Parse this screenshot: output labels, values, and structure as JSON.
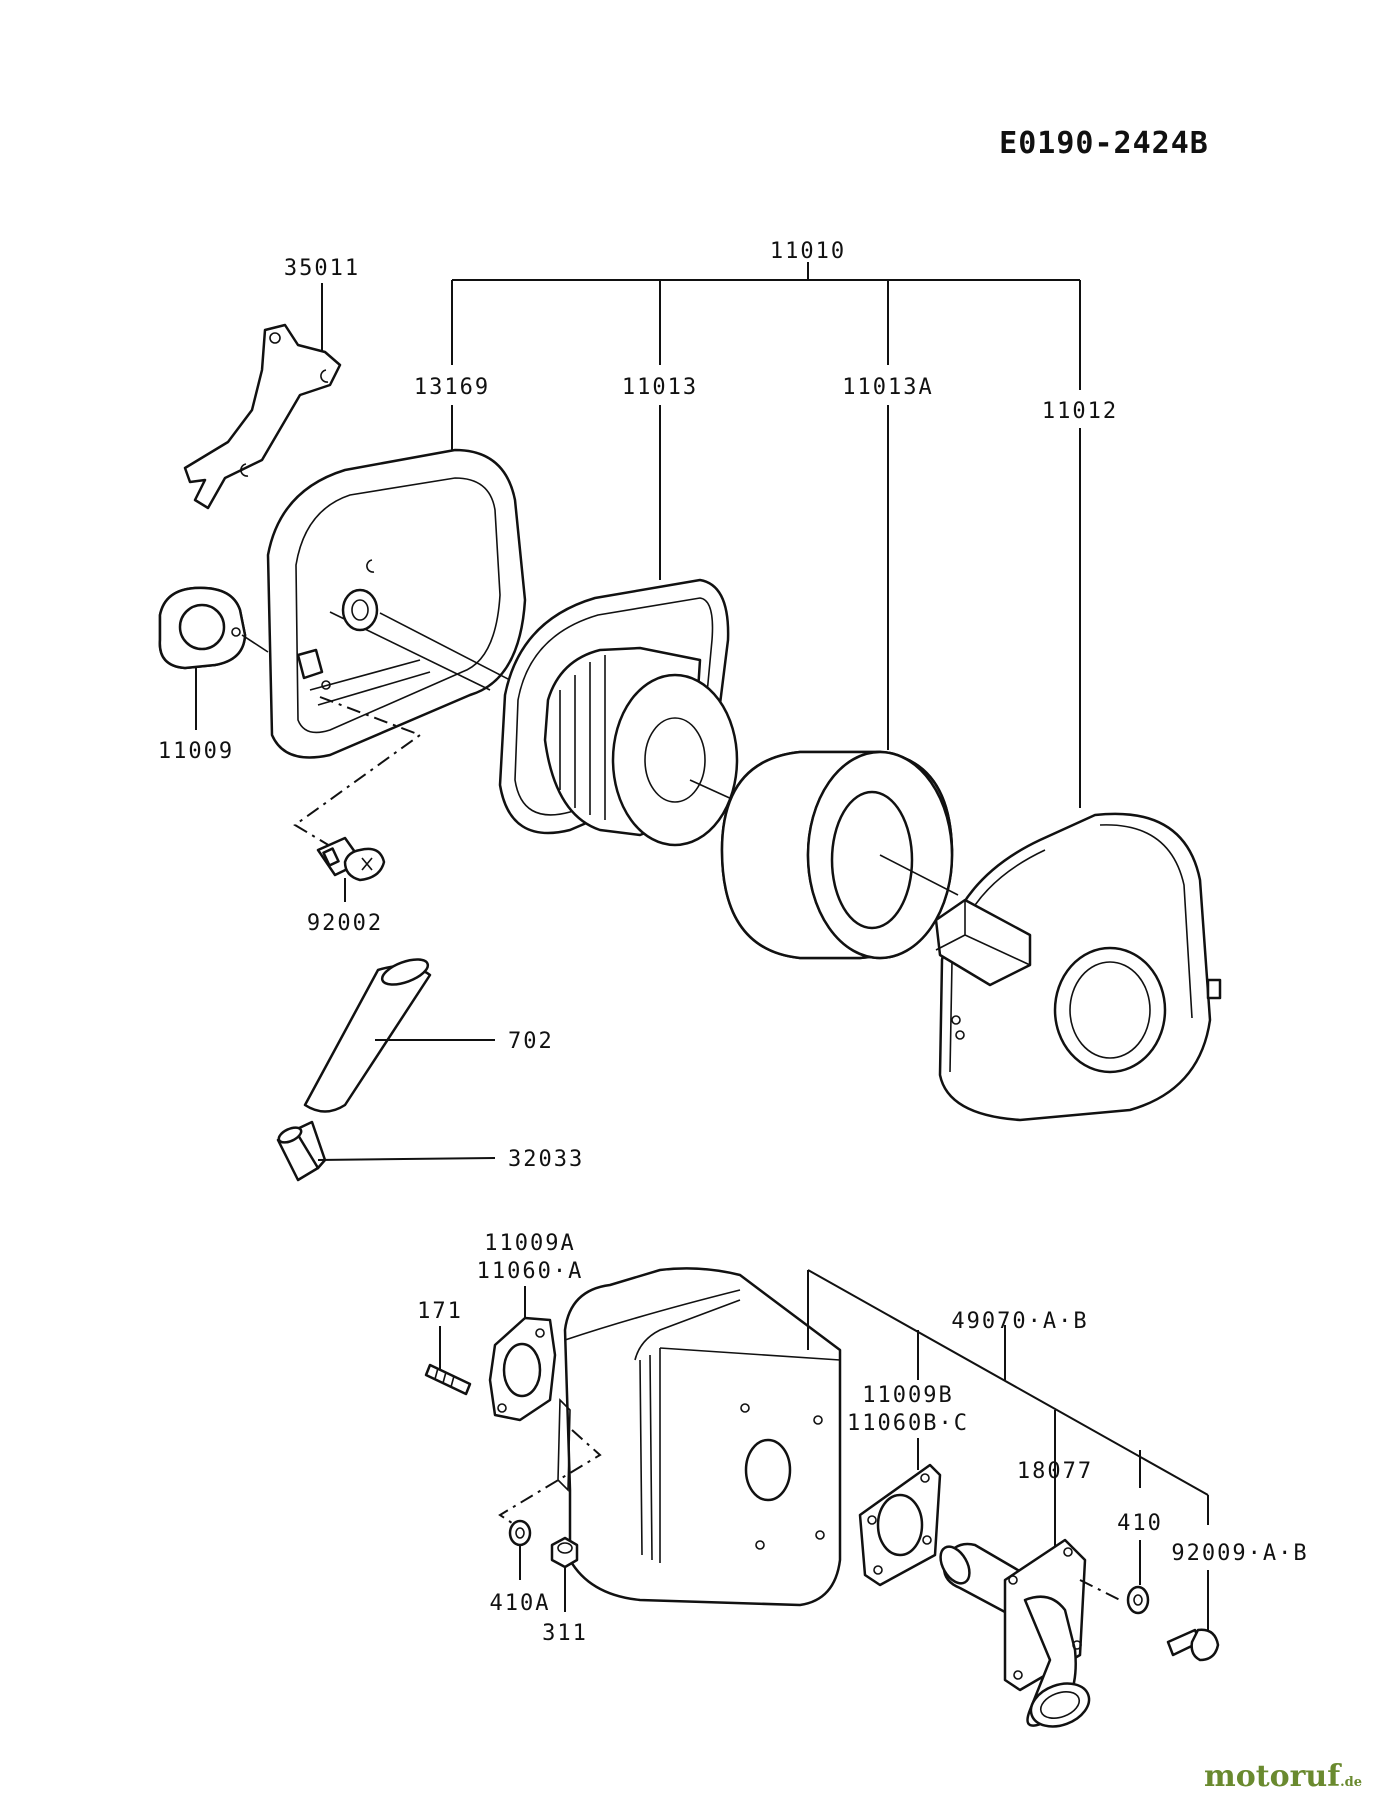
{
  "drawing_code": "E0190-2424B",
  "labels": {
    "p35011": "35011",
    "p11010": "11010",
    "p13169": "13169",
    "p11013": "11013",
    "p11013a": "11013A",
    "p11012": "11012",
    "p11009": "11009",
    "p92002": "92002",
    "p702": "702",
    "p32033": "32033",
    "p11009a": "11009A",
    "p11060a": "11060·A",
    "p171": "171",
    "p49070": "49070·A·B",
    "p11009b": "11009B",
    "p11060bc": "11060B·C",
    "p18077": "18077",
    "p410": "410",
    "p92009": "92009·A·B",
    "p410a": "410A",
    "p311": "311"
  },
  "watermark": {
    "text": "motoruf",
    "suffix": ".de",
    "color": "#6a8a2f"
  }
}
